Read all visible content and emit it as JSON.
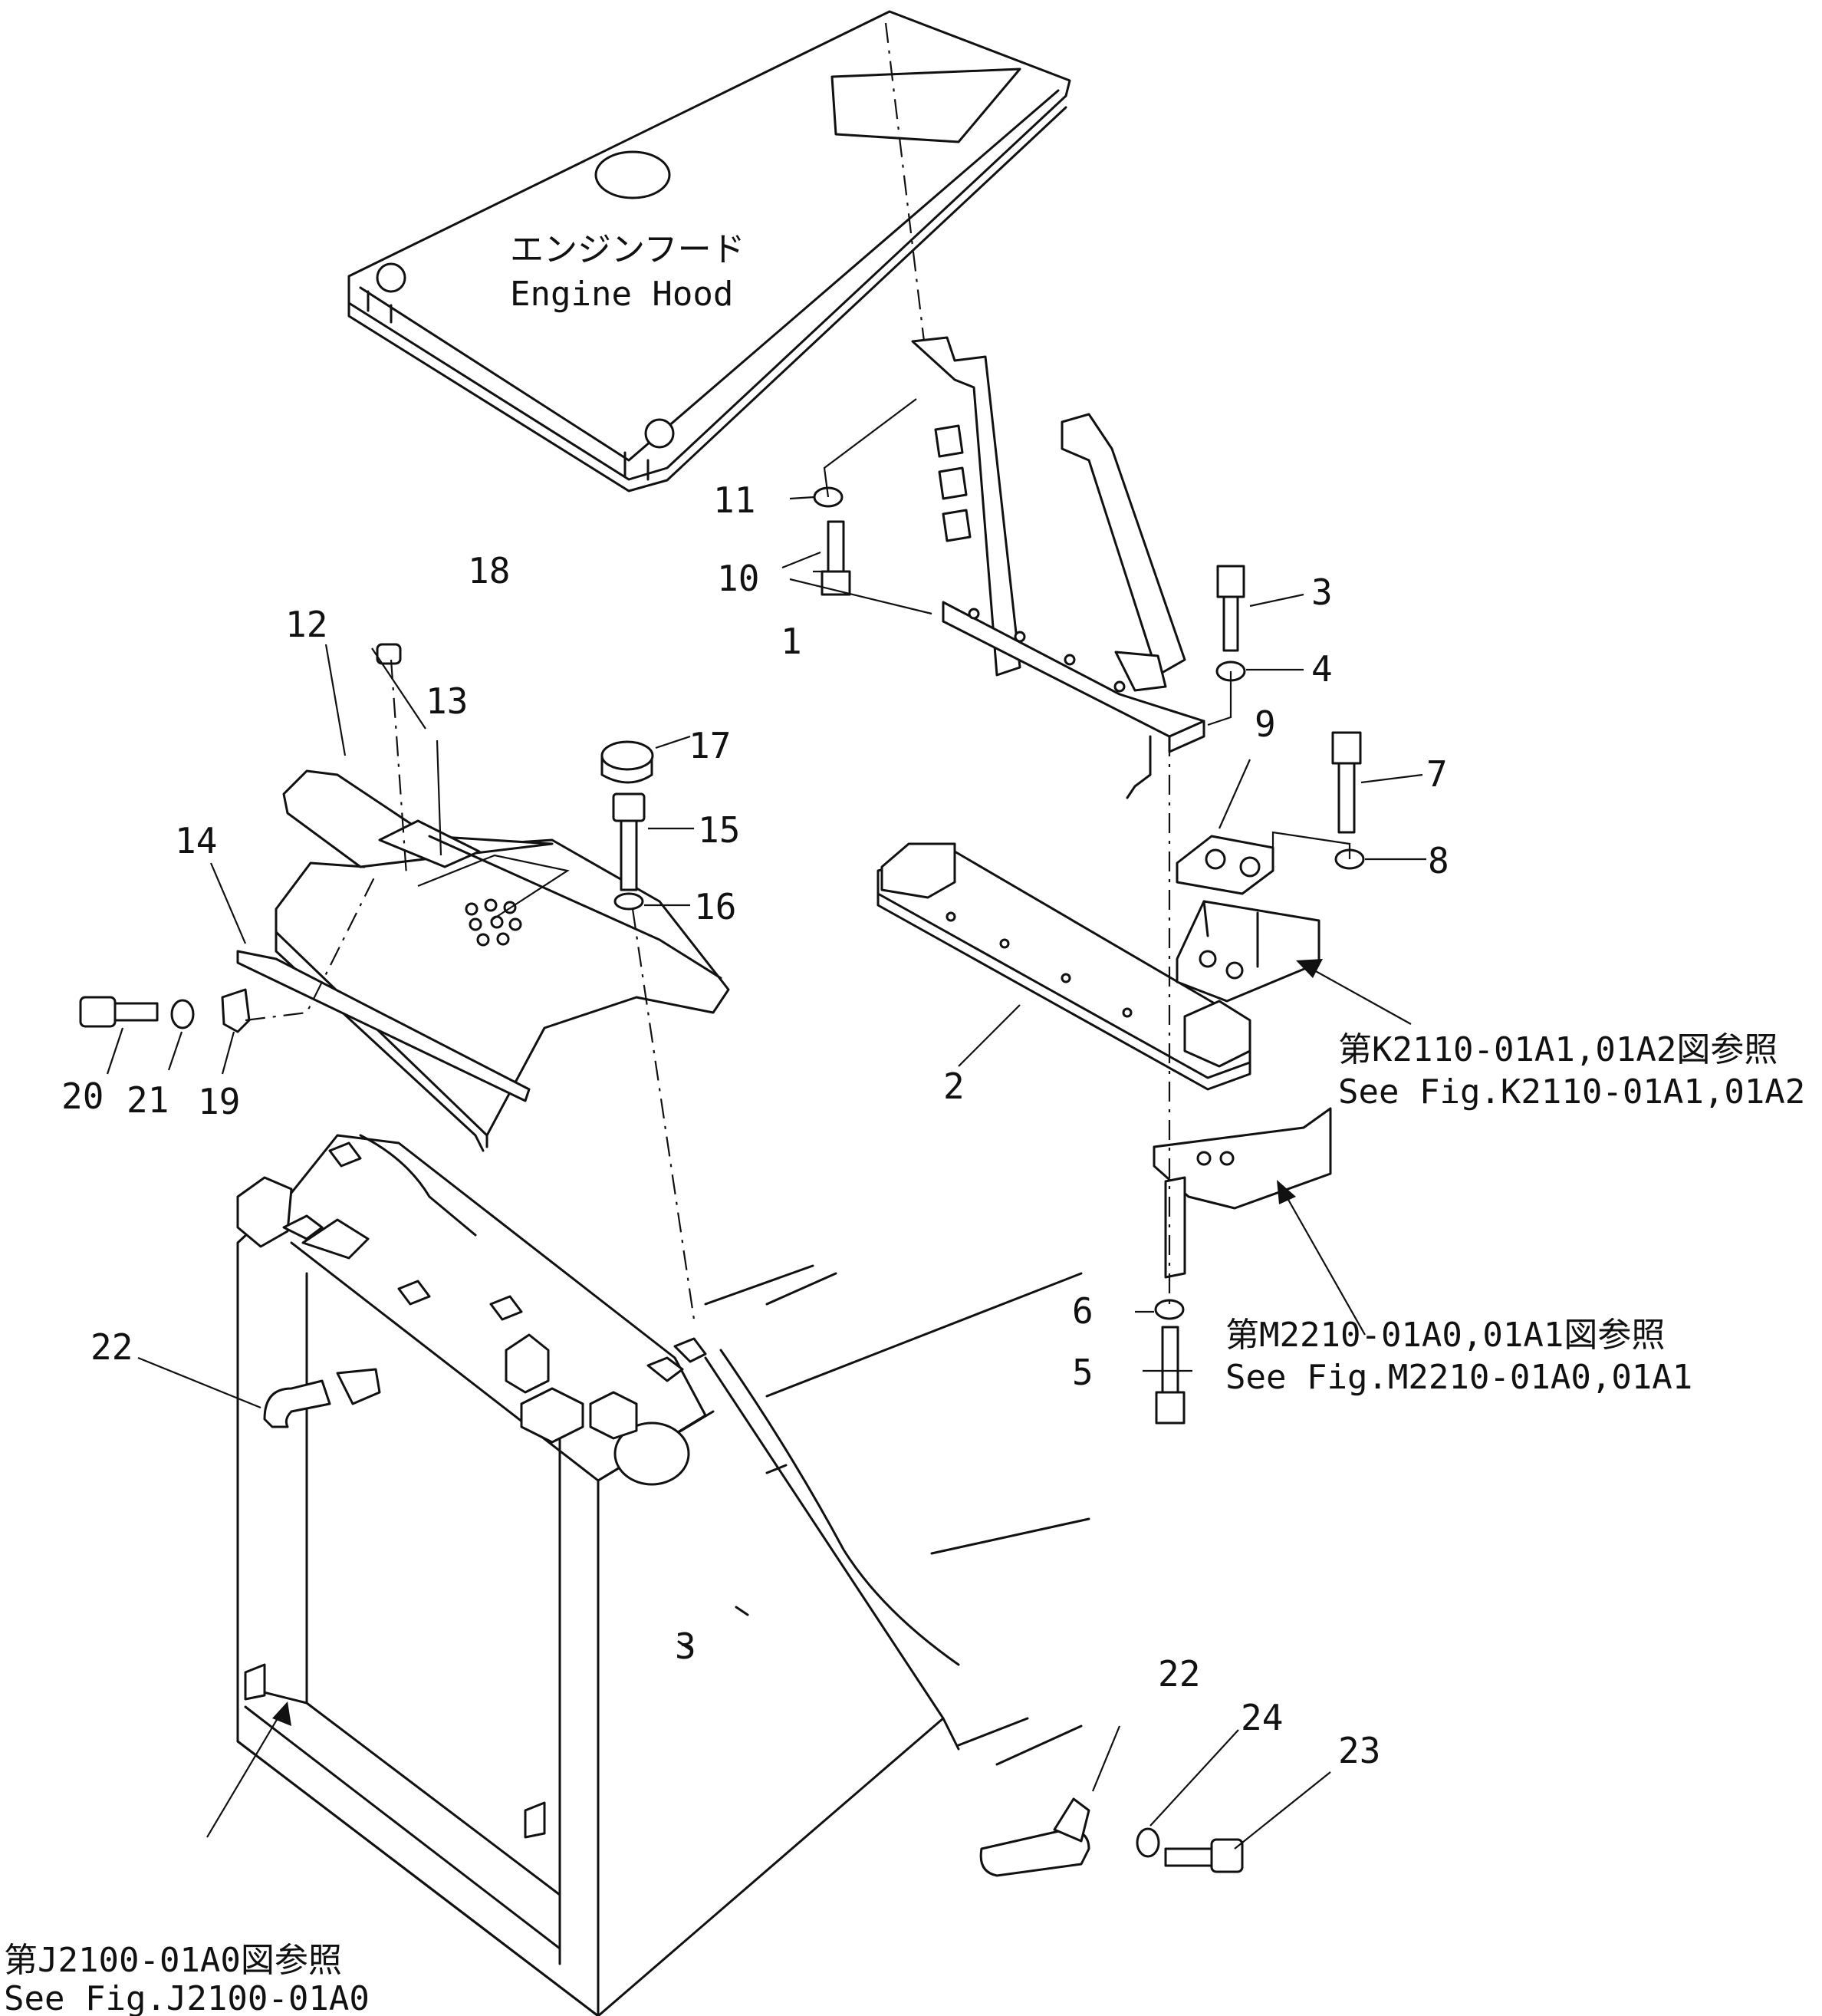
{
  "hood": {
    "jp": "エンジンフード",
    "en": "Engine Hood"
  },
  "callouts": {
    "c1": "1",
    "c2": "2",
    "c3": "3",
    "c4": "4",
    "c5": "5",
    "c6": "6",
    "c7": "7",
    "c8": "8",
    "c9": "9",
    "c10": "10",
    "c11": "11",
    "c12": "12",
    "c13": "13",
    "c14": "14",
    "c15": "15",
    "c16": "16",
    "c17": "17",
    "c18": "18",
    "c19": "19",
    "c20": "20",
    "c21": "21",
    "c22a": "22",
    "c22b": "22",
    "c23": "23",
    "c24": "24"
  },
  "refs": {
    "k2110": {
      "jp": "第K2110-01A1,01A2図参照",
      "en": "See Fig.K2110-01A1,01A2"
    },
    "m2210": {
      "jp": "第M2210-01A0,01A1図参照",
      "en": "See Fig.M2210-01A0,01A1"
    },
    "j2100": {
      "jp": "第J2100-01A0図参照",
      "en": "See Fig.J2100-01A0"
    }
  }
}
